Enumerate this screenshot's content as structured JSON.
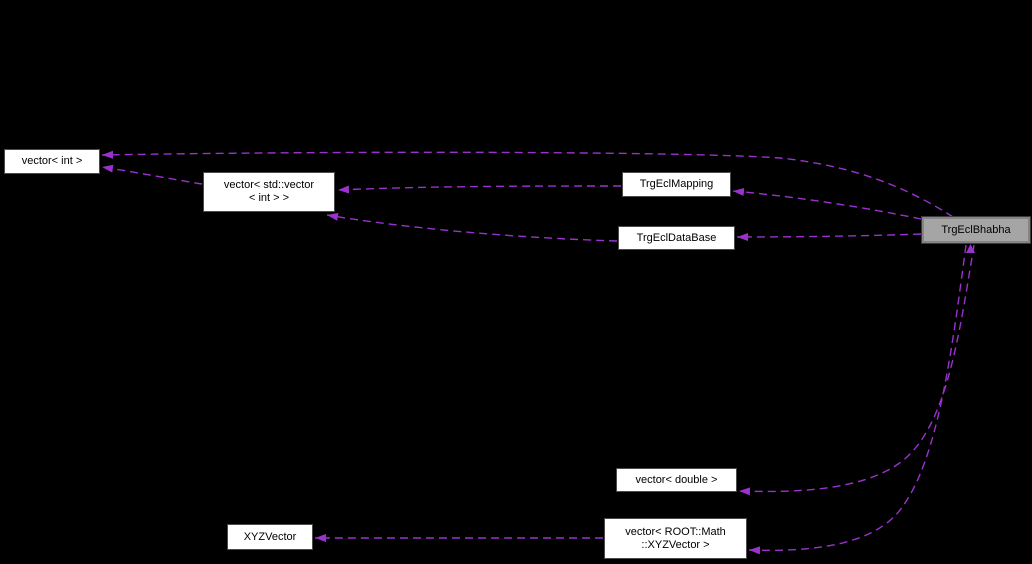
{
  "diagram": {
    "type": "collaboration-graph",
    "colors": {
      "background": "#000000",
      "edge": "#9a32cd",
      "node_fill": "#ffffff",
      "node_border": "#4b4b4b",
      "highlight_fill": "#a5a5a5",
      "text": "#000000"
    },
    "nodes": [
      {
        "id": "vector-int",
        "lines": [
          "vector< int >"
        ]
      },
      {
        "id": "vector-std-vector-int",
        "lines": [
          "vector< std::vector",
          "< int > >"
        ]
      },
      {
        "id": "trgeclmapping",
        "lines": [
          "TrgEclMapping"
        ]
      },
      {
        "id": "trgecldatabase",
        "lines": [
          "TrgEclDataBase"
        ]
      },
      {
        "id": "trgeclbhabha",
        "lines": [
          "TrgEclBhabha"
        ]
      },
      {
        "id": "vector-double",
        "lines": [
          "vector< double >"
        ]
      },
      {
        "id": "vector-root-math-xyzvector",
        "lines": [
          "vector< ROOT::Math",
          "::XYZVector >"
        ]
      },
      {
        "id": "xyzvector",
        "lines": [
          "XYZVector"
        ]
      }
    ],
    "edges": [
      {
        "from": "TrgEclBhabha",
        "to": "vector< int >"
      },
      {
        "from": "vector< std::vector< int > >",
        "to": "vector< int >"
      },
      {
        "from": "TrgEclMapping",
        "to": "vector< std::vector< int > >"
      },
      {
        "from": "TrgEclDataBase",
        "to": "vector< std::vector< int > >"
      },
      {
        "from": "TrgEclBhabha",
        "to": "TrgEclMapping"
      },
      {
        "from": "TrgEclBhabha",
        "to": "TrgEclDataBase"
      },
      {
        "from": "TrgEclBhabha",
        "to": "vector< double >"
      },
      {
        "from": "TrgEclBhabha",
        "to": "vector< ROOT::Math::XYZVector >"
      },
      {
        "from": "vector< ROOT::Math::XYZVector >",
        "to": "XYZVector"
      }
    ],
    "edge_style": "dashed"
  }
}
